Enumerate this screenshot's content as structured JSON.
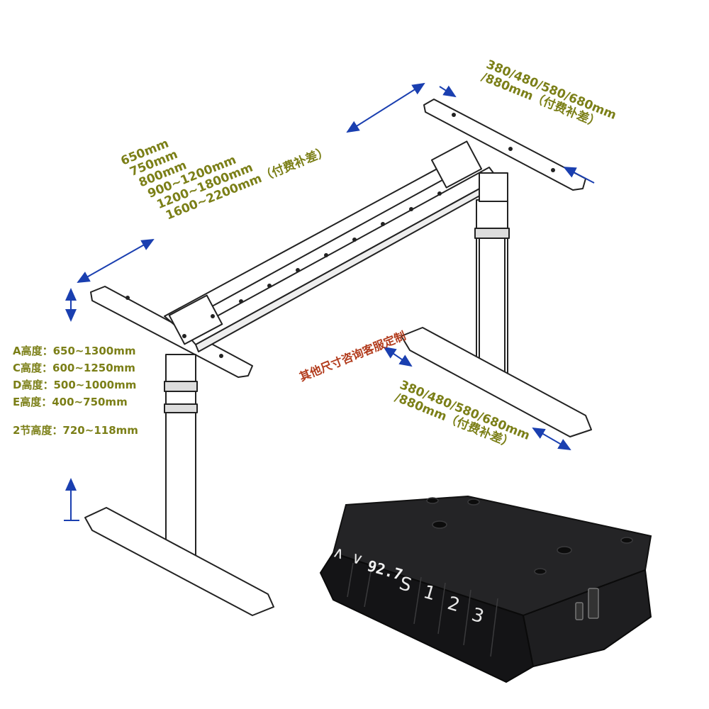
{
  "length_options": [
    "650mm",
    "750mm",
    "800mm",
    "900~1200mm",
    "1200~1800mm",
    "1600~2200mm（付费补差）"
  ],
  "top_width": {
    "line1": "380/480/580/680mm",
    "line2": "/880mm（付费补差）"
  },
  "foot_width": {
    "line1": "380/480/580/680mm",
    "line2": "/880mm（付费补差）"
  },
  "height_specs": [
    "A高度：650~1300mm",
    "C高度：600~1250mm",
    "D高度：500~1000mm",
    "E高度：400~750mm"
  ],
  "two_stage_height": "2节高度：720~118mm",
  "custom_note": "其他尺寸咨询客服定制",
  "keypad": {
    "up_label": "∧",
    "down_label": "∨",
    "display": "92.7",
    "buttons": [
      "S",
      "1",
      "2",
      "3"
    ]
  },
  "colors": {
    "label": "#7b7f17",
    "arrow": "#1a3fb0",
    "note": "#b23b1c",
    "keypad_body": "#1b1b1d"
  }
}
